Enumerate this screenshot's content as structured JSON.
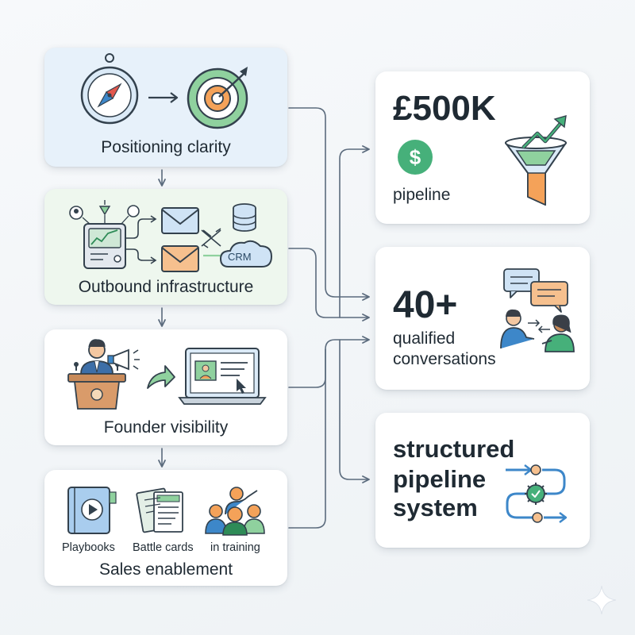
{
  "stages": {
    "positioning": {
      "label": "Positioning clarity"
    },
    "outbound": {
      "label": "Outbound infrastructure",
      "crm_text": "CRM"
    },
    "founder": {
      "label": "Founder visibility"
    },
    "sales": {
      "label": "Sales enablement",
      "items": [
        "Playbooks",
        "Battle cards",
        "in training"
      ]
    }
  },
  "results": {
    "pipeline": {
      "value": "£500K",
      "caption": "pipeline"
    },
    "conversations": {
      "value": "40+",
      "caption_line1": "qualified",
      "caption_line2": "conversations"
    },
    "system": {
      "line1": "structured",
      "line2": "pipeline",
      "line3": "system"
    }
  },
  "colors": {
    "connector": "#5b6b7d",
    "accent_green": "#46b07a",
    "accent_blue": "#3d87c9",
    "accent_orange": "#f4a259"
  },
  "icons": [
    "compass-icon",
    "target-icon",
    "dashboard-icon",
    "mail-icon",
    "database-icon",
    "crm-cloud-icon",
    "podium-speaker-icon",
    "megaphone-icon",
    "laptop-video-icon",
    "playbook-icon",
    "battle-cards-icon",
    "training-icon",
    "dollar-icon",
    "funnel-icon",
    "chat-people-icon",
    "cycle-process-icon",
    "sparkle-icon"
  ]
}
